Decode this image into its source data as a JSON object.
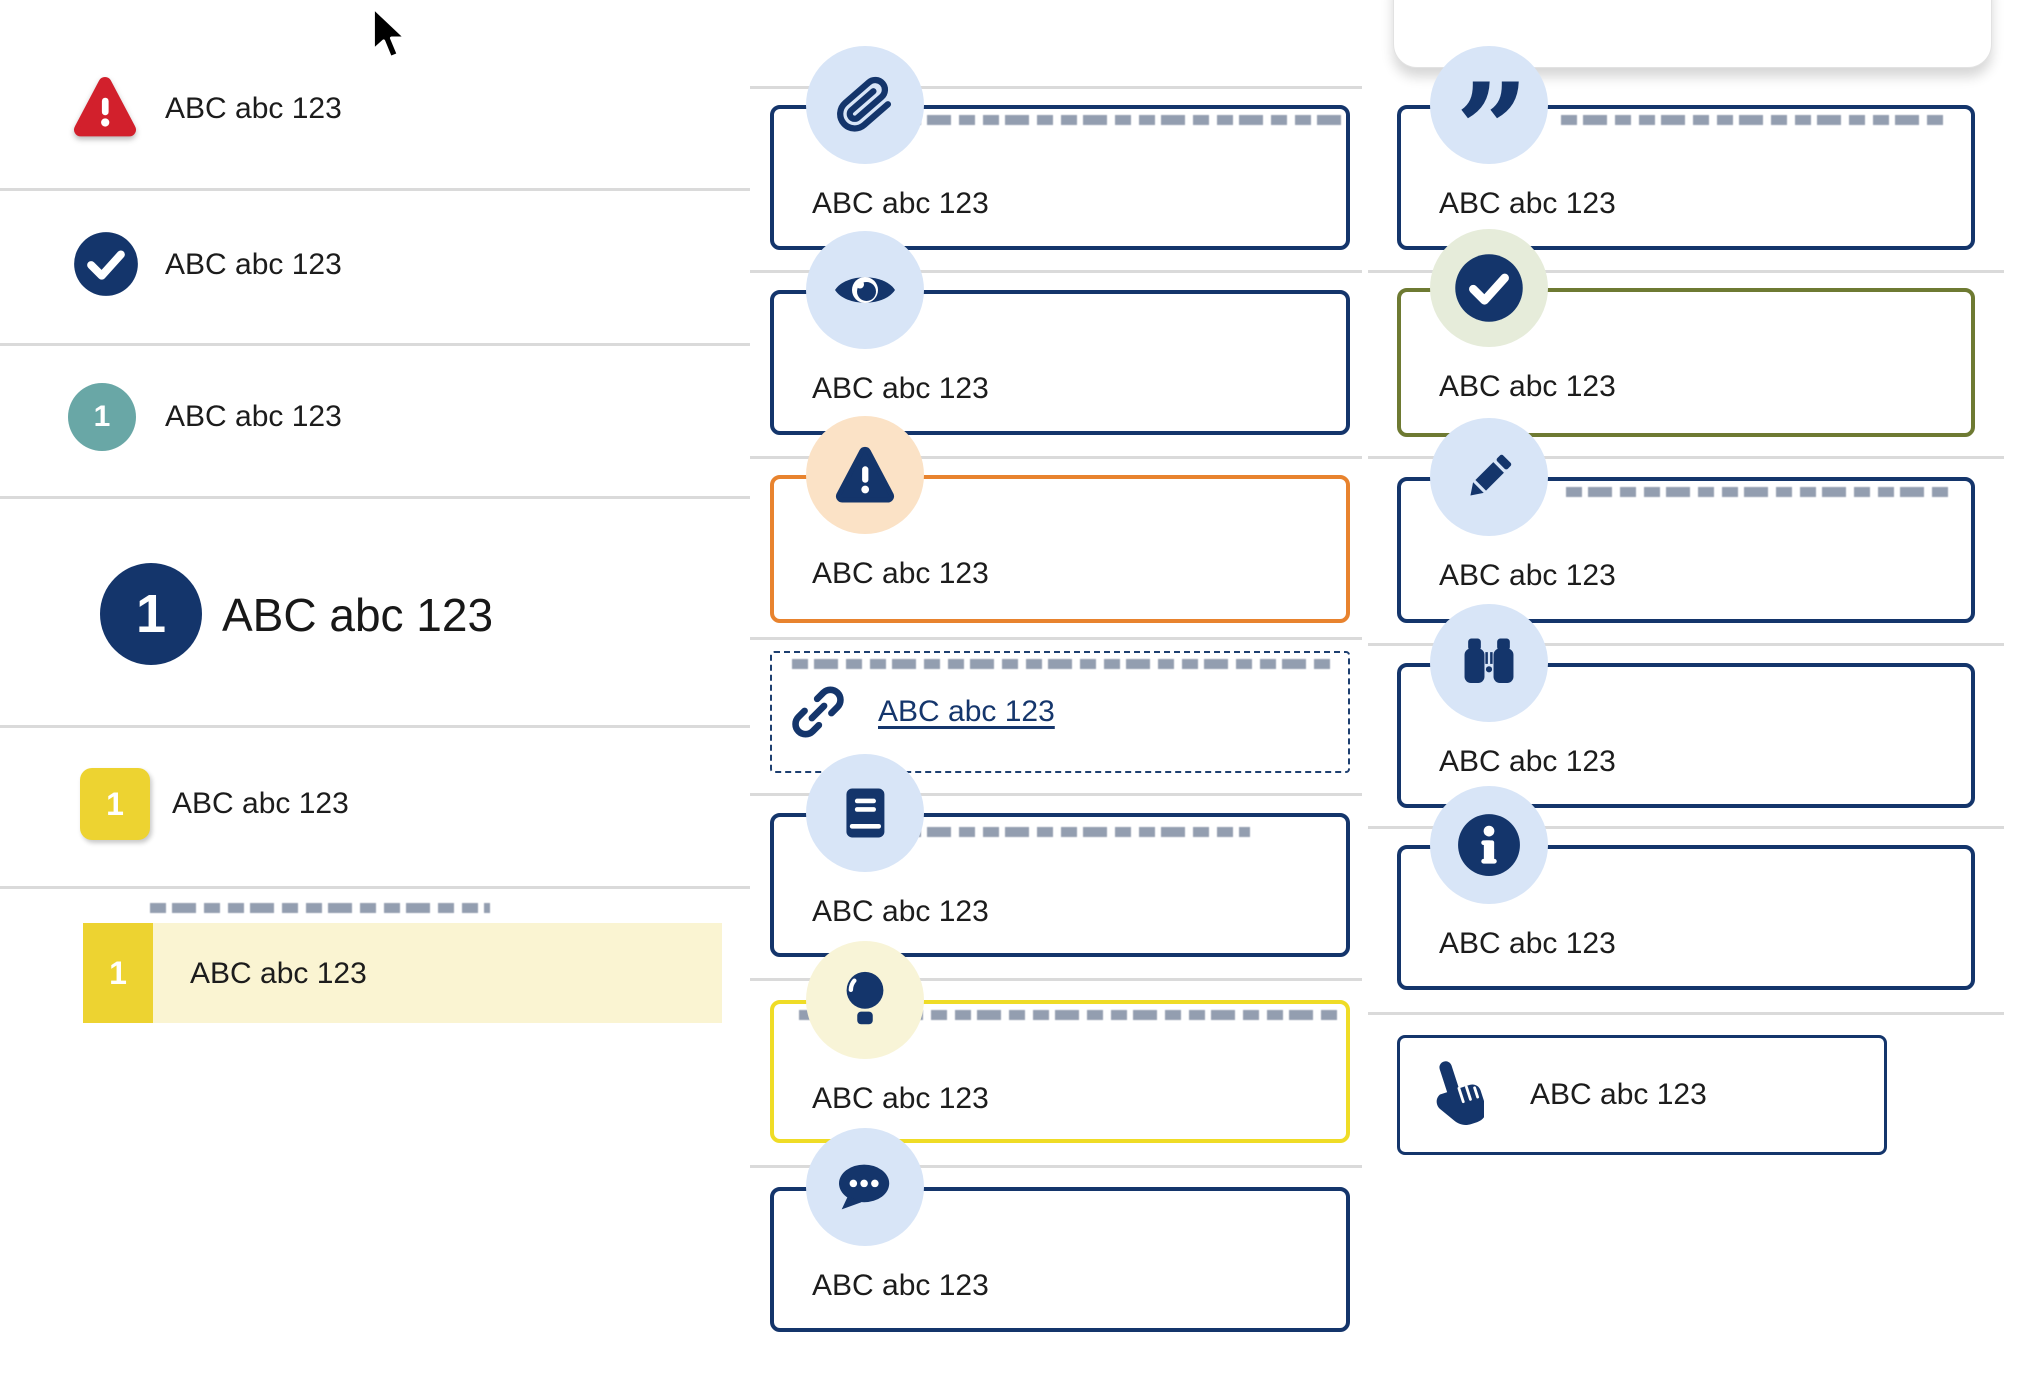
{
  "shared_label": "ABC abc 123",
  "colors": {
    "navy": "#14356b",
    "red": "#d2202c",
    "teal": "#69a7a6",
    "gold": "#edd331",
    "highlight_row": "#faf4d2",
    "orange_border": "#e8832e",
    "yellow_border": "#efdc26",
    "olive_border": "#6e7a32",
    "icon_circle_blue": "#d8e5f7",
    "icon_circle_peach": "#fbe2c6",
    "icon_circle_pale_yellow": "#f8f4d7",
    "icon_circle_sage": "#e6ecda",
    "divider": "#dadada",
    "text": "#1c1c1c"
  },
  "left_list": {
    "items": [
      {
        "icon": "alert-triangle-icon",
        "label": "ABC abc 123"
      },
      {
        "icon": "check-circle-icon",
        "label": "ABC abc 123"
      },
      {
        "icon": "number-badge",
        "badge": "1",
        "label": "ABC abc 123"
      },
      {
        "icon": "number-badge",
        "badge": "1",
        "label": "ABC abc 123",
        "emphasis": "large"
      },
      {
        "icon": "number-badge",
        "badge": "1",
        "label": "ABC abc 123"
      },
      {
        "icon": "number-badge",
        "badge": "1",
        "label": "ABC abc 123",
        "highlighted": true
      }
    ]
  },
  "middle_callouts": {
    "items": [
      {
        "icon": "paperclip-icon",
        "label": "ABC abc 123",
        "variant": "default"
      },
      {
        "icon": "eye-icon",
        "label": "ABC abc 123",
        "variant": "default"
      },
      {
        "icon": "alert-triangle-icon",
        "label": "ABC abc 123",
        "variant": "warning"
      },
      {
        "icon": "link-icon",
        "label": "ABC abc 123",
        "variant": "link-dashed"
      },
      {
        "icon": "book-icon",
        "label": "ABC abc 123",
        "variant": "default"
      },
      {
        "icon": "lightbulb-icon",
        "label": "ABC abc 123",
        "variant": "idea"
      },
      {
        "icon": "chat-icon",
        "label": "ABC abc 123",
        "variant": "default"
      }
    ]
  },
  "right_callouts": {
    "items": [
      {
        "icon": "quote-icon",
        "label": "ABC abc 123",
        "variant": "default"
      },
      {
        "icon": "check-circle-icon",
        "label": "ABC abc 123",
        "variant": "success"
      },
      {
        "icon": "pencil-icon",
        "label": "ABC abc 123",
        "variant": "default"
      },
      {
        "icon": "binoculars-icon",
        "label": "ABC abc 123",
        "variant": "default"
      },
      {
        "icon": "info-icon",
        "label": "ABC abc 123",
        "variant": "default"
      },
      {
        "icon": "hand-pointer-icon",
        "label": "ABC abc 123",
        "variant": "action"
      }
    ]
  }
}
